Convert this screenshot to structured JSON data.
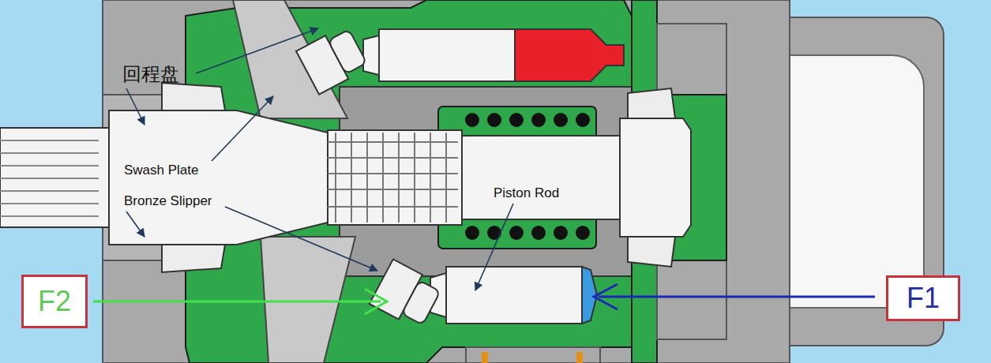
{
  "diagram": {
    "nodes": [
      {
        "text": [
          "F2"
        ]
      },
      {
        "text": [
          "F1"
        ]
      }
    ],
    "labels": [
      "回程盘",
      "Swash Plate",
      "Bronze Slipper",
      "Piston Rod"
    ]
  }
}
